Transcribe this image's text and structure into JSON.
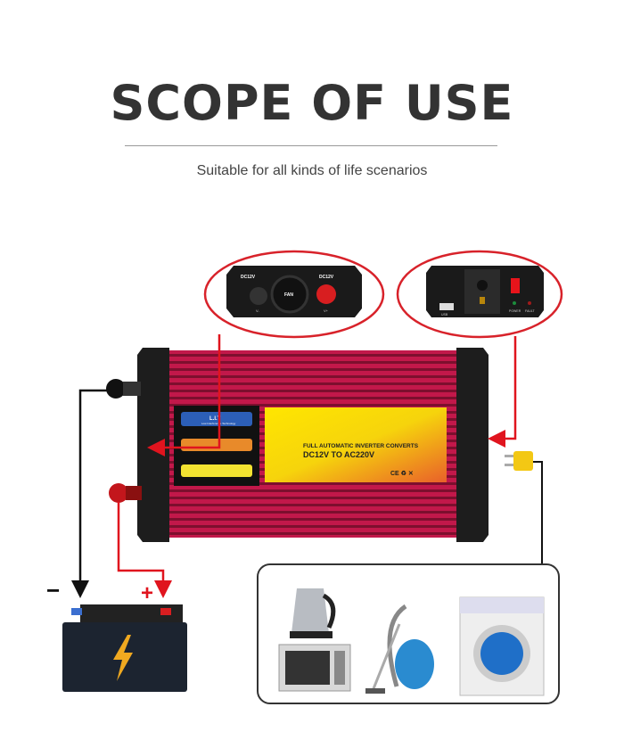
{
  "header": {
    "title": "SCOPE OF USE",
    "subtitle": "Suitable for all kinds of life scenarios"
  },
  "inverter": {
    "label_line1": "FULL AUTOMATIC INVERTER CONVERTS",
    "label_line2": "DC12V TO AC220V",
    "cert_marks": "CE ♻ ✕",
    "brand": "L.I.T",
    "brand_sub": "Low Interference Technology",
    "body_color": "#c2184a",
    "panel_color": "#f5e20a"
  },
  "front_panel": {
    "left_label": "DC12V",
    "right_label": "DC12V",
    "fan_label": "FAN",
    "neg": "V-",
    "pos": "V+"
  },
  "rear_panel": {
    "power_label": "POWER",
    "fault_label": "FAULT",
    "usb_label": "USB"
  },
  "battery": {
    "negative": "−",
    "positive": "+"
  },
  "appliances": [
    "kettle",
    "microwave",
    "vacuum-cleaner",
    "washing-machine"
  ],
  "colors": {
    "accent": "#e0141e",
    "wire_negative": "#111111",
    "title": "#333333"
  }
}
